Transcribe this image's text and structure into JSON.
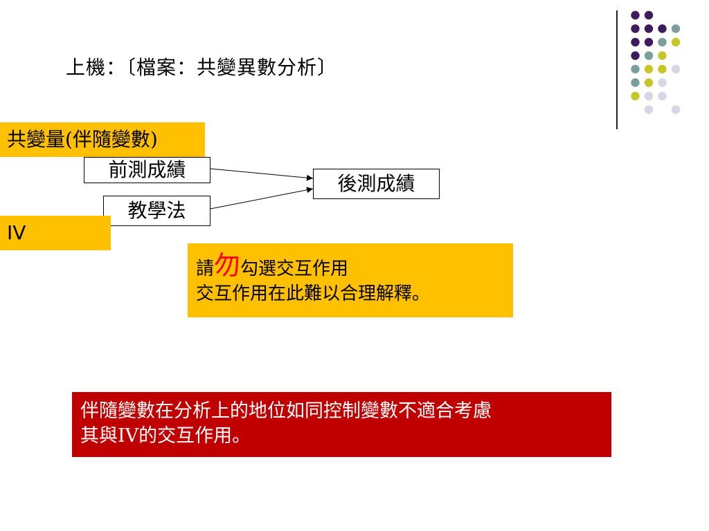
{
  "slide": {
    "title": "上機：〔檔案：共變異數分析〕",
    "decor_dot_colors": [
      "#3f1a5c",
      "#7a9e9c",
      "#c6c628",
      "#d6d6e6"
    ]
  },
  "diagram": {
    "pretest": "前測成績",
    "method": "教學法",
    "posttest": "後測成績",
    "covariate_label": "共變量(伴隨變數)",
    "iv_label": "IV"
  },
  "note": {
    "prefix": "請",
    "emphasis": "勿",
    "suffix": "勾選交互作用",
    "line2": "交互作用在此難以合理解釋。"
  },
  "warning": {
    "line1": "伴隨變數在分析上的地位如同控制變數不適合考慮",
    "line2": "其與IV的交互作用。"
  }
}
